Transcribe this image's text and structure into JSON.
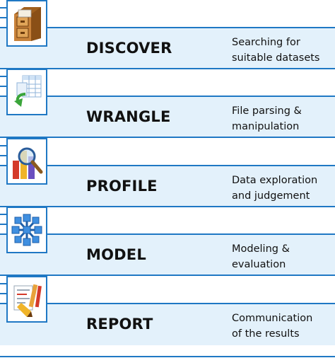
{
  "stages": [
    {
      "name": "DISCOVER",
      "icon": "file-cabinet-icon",
      "description": [
        "Searching for",
        "suitable datasets"
      ]
    },
    {
      "name": "WRANGLE",
      "icon": "spreadsheet-transform-icon",
      "description": [
        "File parsing &",
        "manipulation"
      ]
    },
    {
      "name": "PROFILE",
      "icon": "chart-magnifier-icon",
      "description": [
        "Data exploration",
        "and judgement"
      ]
    },
    {
      "name": "MODEL",
      "icon": "molecule-network-icon",
      "description": [
        "Modeling &",
        "evaluation"
      ]
    },
    {
      "name": "REPORT",
      "icon": "report-pencils-icon",
      "description": [
        "Communication",
        "of the results"
      ]
    }
  ],
  "colors": {
    "accent": "#1f78c4",
    "band": "#e3f1fb",
    "text": "#111111"
  }
}
